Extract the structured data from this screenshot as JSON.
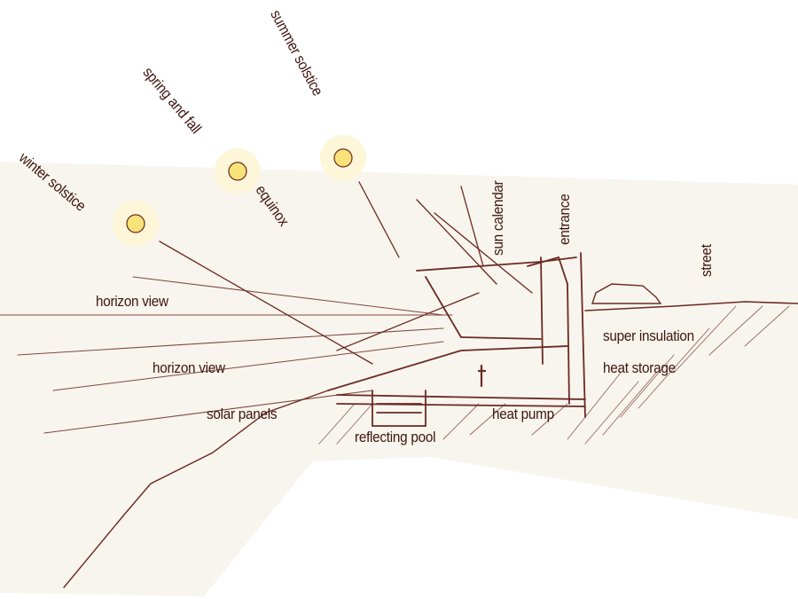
{
  "colors": {
    "paper": "#f8f5ee",
    "ink": "#6b2a22",
    "text": "#3e1510",
    "sun_fill": "#f8e27a",
    "sun_halo": "#fdf6d8"
  },
  "labels": {
    "winter_solstice": "winter solstice",
    "spring_and_fall": "spring and fall",
    "equinox": "equinox",
    "summer_solstice": "summer solstice",
    "sun_calendar": "sun calendar",
    "entrance": "entrance",
    "street": "street",
    "horizon_view_1": "horizon view",
    "horizon_view_2": "horizon view",
    "super_insulation": "super insulation",
    "heat_storage": "heat storage",
    "solar_panels": "solar panels",
    "heat_pump": "heat pump",
    "reflecting_pool": "reflecting pool"
  }
}
